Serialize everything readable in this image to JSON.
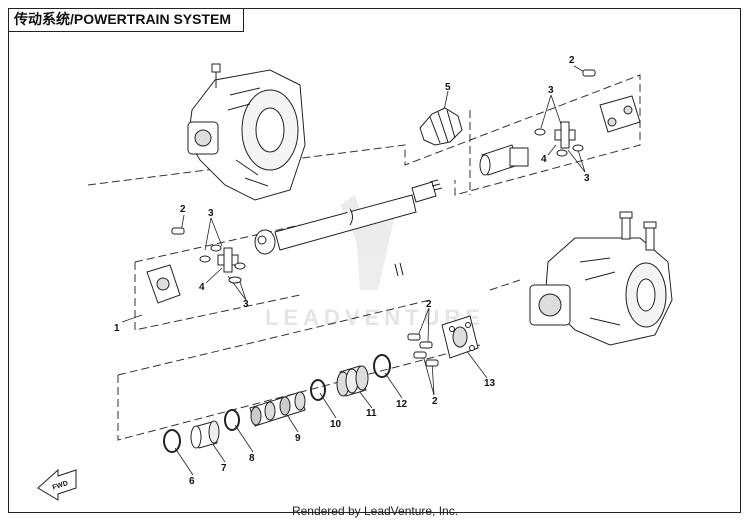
{
  "title": "传动系统/POWERTRAIN SYSTEM",
  "footer": "Rendered by LeadVenture, Inc.",
  "watermark": "LEADVENTURE",
  "fwd_label": "FWD",
  "callouts": {
    "c1": "1",
    "c2a": "2",
    "c2b": "2",
    "c2c": "2",
    "c2d": "2",
    "c3a": "3",
    "c3b": "3",
    "c3c": "3",
    "c3d": "3",
    "c4a": "4",
    "c4b": "4",
    "c5": "5",
    "c6": "6",
    "c7": "7",
    "c8": "8",
    "c9": "9",
    "c10": "10",
    "c11": "11",
    "c12": "12",
    "c13": "13"
  }
}
